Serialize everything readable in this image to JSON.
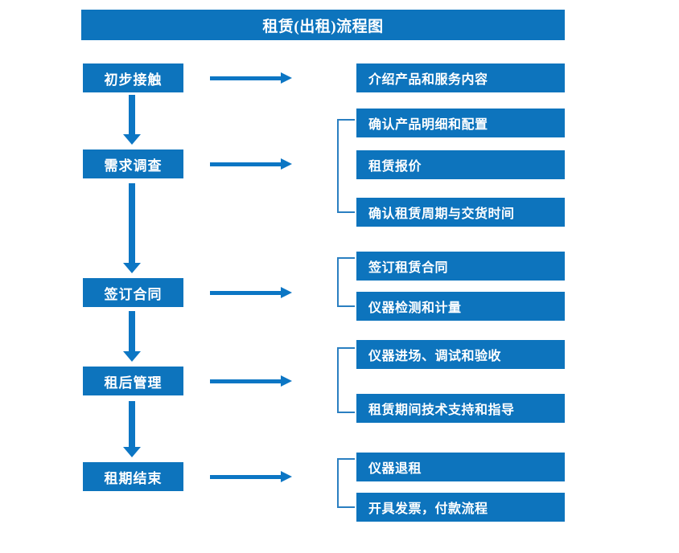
{
  "diagram": {
    "title": "租赁(出租)流程图",
    "theme": {
      "box_fill": "#0d74bd",
      "box_text": "#ffffff",
      "arrow": "#0c76c4",
      "bracket": "#2a7fc1",
      "background": "#ffffff"
    },
    "stages": [
      {
        "id": "stage-1",
        "label": "初步接触",
        "details": [
          "介绍产品和服务内容"
        ],
        "bracketed": false
      },
      {
        "id": "stage-2",
        "label": "需求调查",
        "details": [
          "确认产品明细和配置",
          "租赁报价",
          "确认租赁周期与交货时间"
        ],
        "bracketed": true
      },
      {
        "id": "stage-3",
        "label": "签订合同",
        "details": [
          "签订租赁合同",
          "仪器检测和计量"
        ],
        "bracketed": true
      },
      {
        "id": "stage-4",
        "label": "租后管理",
        "details": [
          "仪器进场、调试和验收",
          "租赁期间技术支持和指导"
        ],
        "bracketed": true
      },
      {
        "id": "stage-5",
        "label": "租期结束",
        "details": [
          "仪器退租",
          "开具发票，付款流程"
        ],
        "bracketed": true
      }
    ]
  }
}
